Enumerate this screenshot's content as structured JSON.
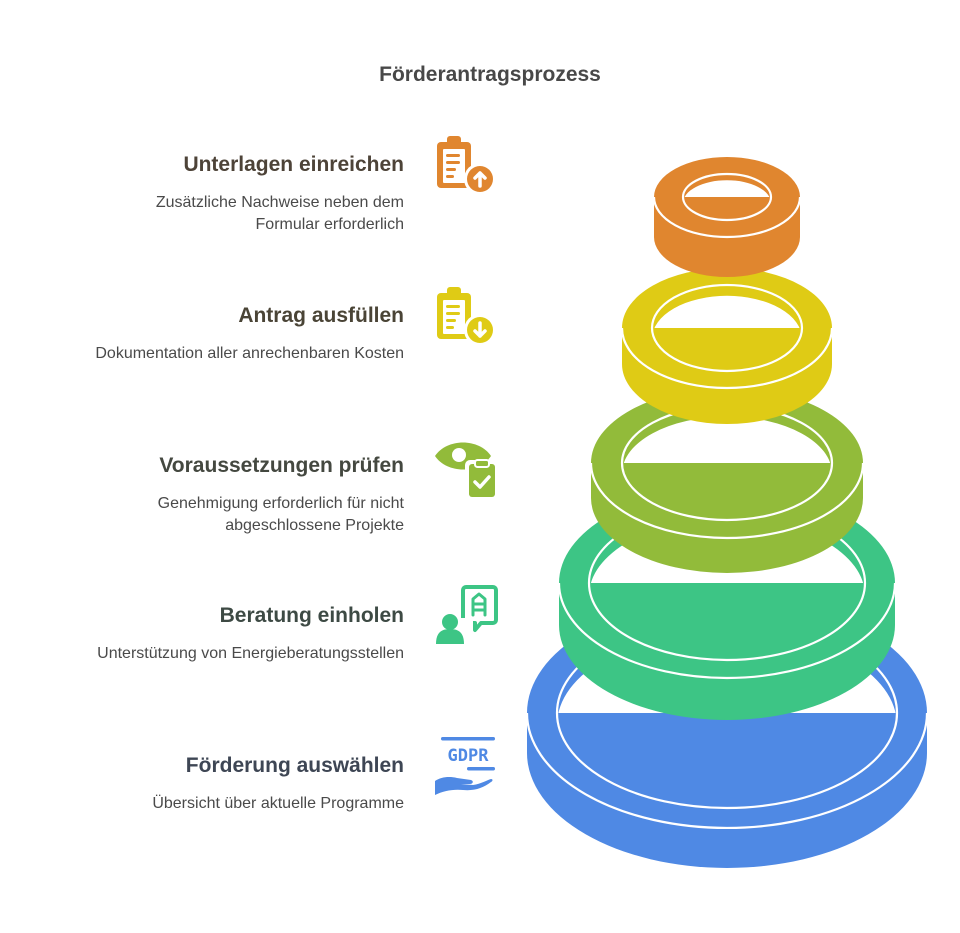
{
  "title": "Förderantragsprozess",
  "steps": [
    {
      "heading": "Unterlagen einreichen",
      "description_lines": [
        "Zusätzliche Nachweise neben dem",
        "Formular erforderlich"
      ],
      "icon": "clipboard-upload-icon",
      "color": "#E0862F",
      "heading_color": "#4D4338"
    },
    {
      "heading": "Antrag ausfüllen",
      "description_lines": [
        "Dokumentation aller anrechenbaren Kosten"
      ],
      "icon": "clipboard-download-icon",
      "color": "#DFCB15",
      "heading_color": "#4A4436"
    },
    {
      "heading": "Voraussetzungen prüfen",
      "description_lines": [
        "Genehmigung erforderlich für nicht",
        "abgeschlossene Projekte"
      ],
      "icon": "eye-clipboard-check-icon",
      "color": "#92BB3A",
      "heading_color": "#444840"
    },
    {
      "heading": "Beratung einholen",
      "description_lines": [
        "Unterstützung von Energieberatungsstellen"
      ],
      "icon": "person-chat-building-icon",
      "color": "#3DC585",
      "heading_color": "#3D4A44"
    },
    {
      "heading": "Förderung auswählen",
      "description_lines": [
        "Übersicht über aktuelle Programme"
      ],
      "icon": "gdpr-hand-icon",
      "color": "#4F89E4",
      "heading_color": "#3E4654"
    }
  ],
  "icon_labels": {
    "gdpr": "GDPR"
  }
}
